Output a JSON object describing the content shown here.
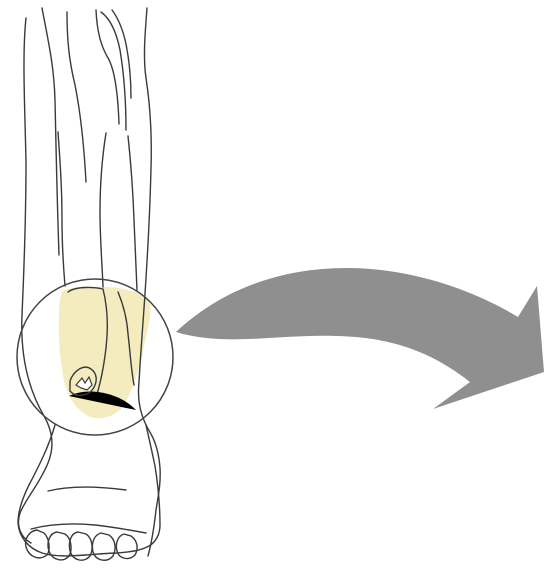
{
  "diagram": {
    "subject": "leg-and-foot",
    "highlighted_region": "ankle",
    "arrow_direction": "right-down",
    "colors": {
      "outline": "#3a3a3a",
      "bone_fill": "#f4ecbf",
      "circle_stroke": "#444444",
      "arrow_fill": "#8f8f8f",
      "background": "#ffffff"
    }
  }
}
